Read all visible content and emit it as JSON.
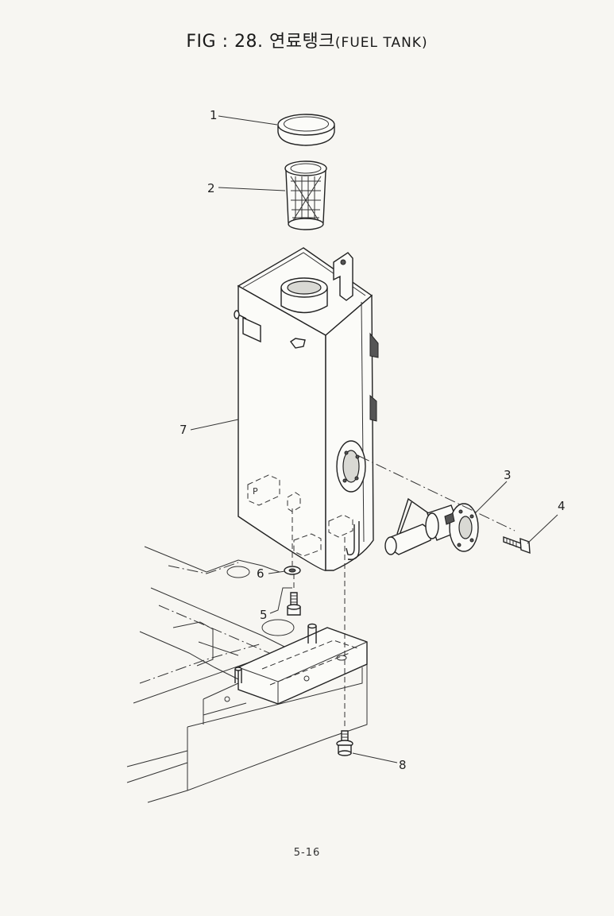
{
  "figure": {
    "title": "FIG : 28. 연료탱크",
    "title_suffix": "(FUEL TANK)",
    "page_number": "5-16"
  },
  "callouts": [
    {
      "id": "1",
      "label": "1"
    },
    {
      "id": "2",
      "label": "2"
    },
    {
      "id": "3",
      "label": "3"
    },
    {
      "id": "4",
      "label": "4"
    },
    {
      "id": "5",
      "label": "5"
    },
    {
      "id": "6",
      "label": "6"
    },
    {
      "id": "7",
      "label": "7"
    },
    {
      "id": "8",
      "label": "8"
    }
  ],
  "tank_marking": "P"
}
